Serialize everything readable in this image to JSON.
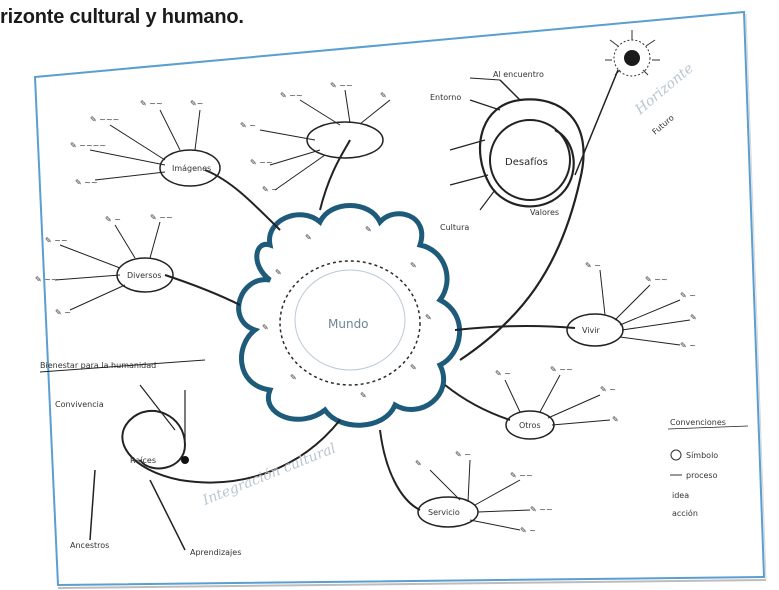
{
  "caption": "rizonte cultural y humano.",
  "map": {
    "center_label": "Mundo",
    "node_top_right": "Desafíos",
    "node_bottom_left": "Raíces",
    "node_right_mid": "Vivir",
    "node_right_low": "Otros",
    "node_bottom": "Servicio",
    "node_top_left": "Imágenes",
    "node_left": "Diversos",
    "legend_title": "Convenciones",
    "legend_items": [
      "Símbolo",
      "proceso",
      "idea",
      "acción"
    ],
    "left_label": "Bienestar para la humanidad",
    "left_small": "Convivencia",
    "bottom_left_label": "Ancestros",
    "bottom_label": "Aprendizajes",
    "diagonal_text_bottom": "Integración cultural",
    "diagonal_text_top": "Horizonte",
    "top_labels": [
      "Entorno",
      "Al encuentro",
      "Valores",
      "Cultura"
    ],
    "right_top_label": "Futuro"
  }
}
